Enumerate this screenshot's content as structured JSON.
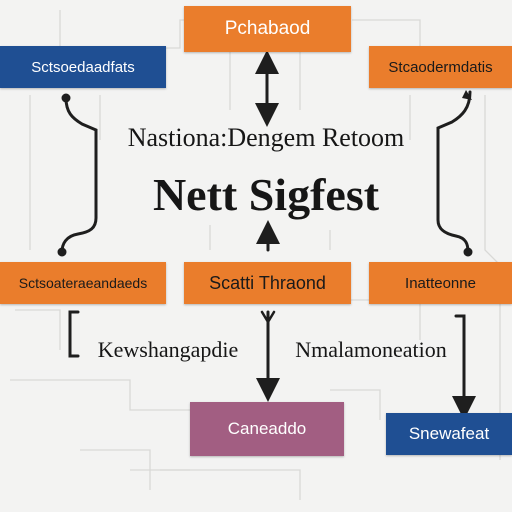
{
  "colors": {
    "background": "#f3f3f2",
    "orange": "#ea7d2c",
    "blue": "#1f4f93",
    "purple": "#a25e82",
    "ink": "#161616",
    "line": "#1e1e1e"
  },
  "title": {
    "line1": "Nastiona:Dengem Retoom",
    "line2": "Nett Sigfest"
  },
  "nodes": {
    "top_center": "Pchabaod",
    "top_left": "Sctsoedaadfats",
    "top_right": "Stcaodermdatis",
    "mid_left": "Sctsoateraeandaeds",
    "mid_center": "Scatti Thraond",
    "mid_right": "Inatteonne",
    "bottom_center": "Caneaddo",
    "bottom_right": "Snewafeat"
  },
  "labels": {
    "left": "Kewshangapdie",
    "right": "Nmalamoneation"
  }
}
